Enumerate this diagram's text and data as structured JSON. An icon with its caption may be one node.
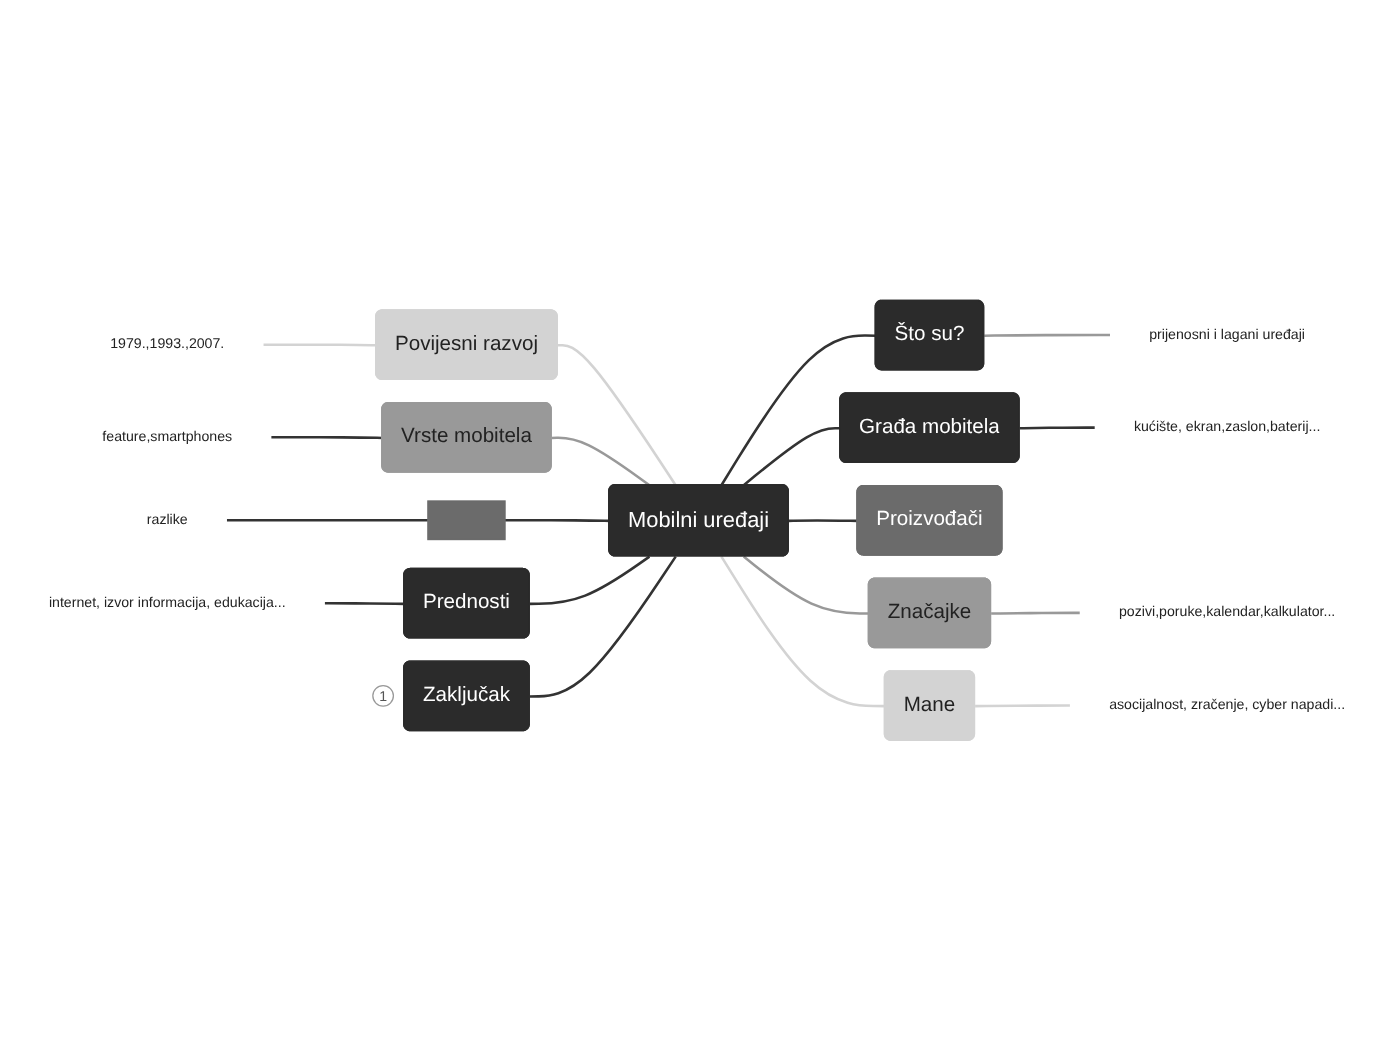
{
  "diagram": {
    "nodes": [
      {
        "text": [
          "Mobilni uređaji"
        ]
      },
      {
        "text": [
          "Što su?"
        ]
      },
      {
        "text": [
          "prijenosni i lagani uređaji"
        ]
      },
      {
        "text": [
          "Građa mobitela"
        ]
      },
      {
        "text": [
          "kućište, ekran,zaslon,baterij..."
        ]
      },
      {
        "text": [
          "Proizvođači"
        ]
      },
      {
        "text": [
          "Značajke"
        ]
      },
      {
        "text": [
          "pozivi,poruke,kalendar,kalkulator..."
        ]
      },
      {
        "text": [
          "Mane"
        ]
      },
      {
        "text": [
          "asocijalnost, zračenje, cyber napadi..."
        ]
      },
      {
        "text": [
          "Povijesni razvoj"
        ]
      },
      {
        "text": [
          "1979.,1993.,2007."
        ]
      },
      {
        "text": [
          "Vrste mobitela"
        ]
      },
      {
        "text": [
          "feature,smartphones"
        ]
      },
      {
        "text": [],
        "shape": "box"
      },
      {
        "text": [
          "razlike"
        ]
      },
      {
        "text": [
          "Prednosti"
        ]
      },
      {
        "text": [
          "internet, izvor informacija, edukacija..."
        ]
      },
      {
        "text": [
          "Zaključak"
        ],
        "beside": [
          "1"
        ]
      }
    ],
    "edges": [
      {
        "from": 0,
        "to": 1,
        "arrow": "none"
      },
      {
        "from": 1,
        "to": 2,
        "arrow": "none",
        "color": "#999999"
      },
      {
        "from": 0,
        "to": 3,
        "arrow": "none"
      },
      {
        "from": 3,
        "to": 4,
        "arrow": "none"
      },
      {
        "from": 0,
        "to": 5,
        "arrow": "none"
      },
      {
        "from": 0,
        "to": 6,
        "arrow": "none",
        "color": "#999999"
      },
      {
        "from": 6,
        "to": 7,
        "arrow": "none",
        "color": "#999999"
      },
      {
        "from": 0,
        "to": 8,
        "arrow": "none",
        "color": "#d3d3d3"
      },
      {
        "from": 8,
        "to": 9,
        "arrow": "none",
        "color": "#d3d3d3"
      },
      {
        "from": 0,
        "to": 10,
        "arrow": "none",
        "color": "#d3d3d3"
      },
      {
        "from": 10,
        "to": 11,
        "arrow": "none",
        "color": "#d3d3d3"
      },
      {
        "from": 0,
        "to": 12,
        "arrow": "none",
        "color": "#999999"
      },
      {
        "from": 12,
        "to": 13,
        "arrow": "none"
      },
      {
        "from": 0,
        "to": 14,
        "arrow": "none"
      },
      {
        "from": 14,
        "to": 15,
        "arrow": "none"
      },
      {
        "from": 0,
        "to": 16,
        "arrow": "none"
      },
      {
        "from": 16,
        "to": 17,
        "arrow": "none"
      },
      {
        "from": 0,
        "to": 18,
        "arrow": "none"
      }
    ]
  }
}
